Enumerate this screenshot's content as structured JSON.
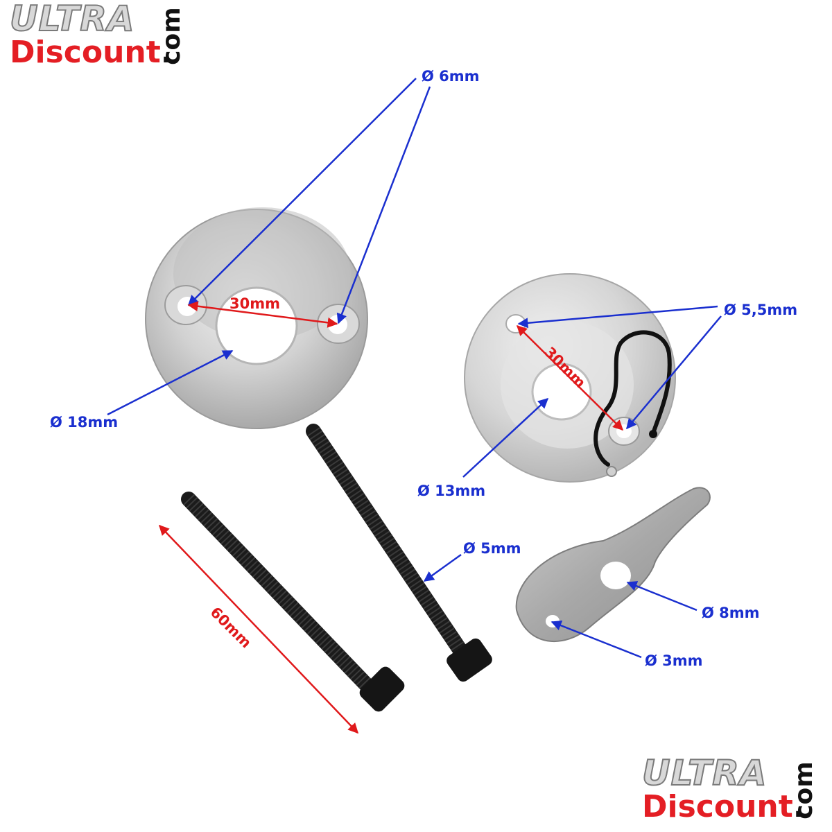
{
  "logo": {
    "ultra": "ULTRA",
    "discount": "Discount",
    "dot": ".",
    "com": "com"
  },
  "annotations": {
    "hole_large_part": "Ø 6mm",
    "hole_small_part": "Ø 5,5mm",
    "spacing_large_part": "30mm",
    "spacing_small_part": "30mm",
    "bore_large_part": "Ø 18mm",
    "bore_small_part": "Ø 13mm",
    "screw_diameter": "Ø 5mm",
    "screw_length": "60mm",
    "bracket_large_hole": "Ø 8mm",
    "bracket_small_hole": "Ø 3mm"
  },
  "colors": {
    "callout_blue": "#1a2fcf",
    "callout_red": "#e0191b",
    "metal": "#c9c9c9",
    "screw": "#1a1a1a",
    "logo_red": "#e41e24"
  }
}
